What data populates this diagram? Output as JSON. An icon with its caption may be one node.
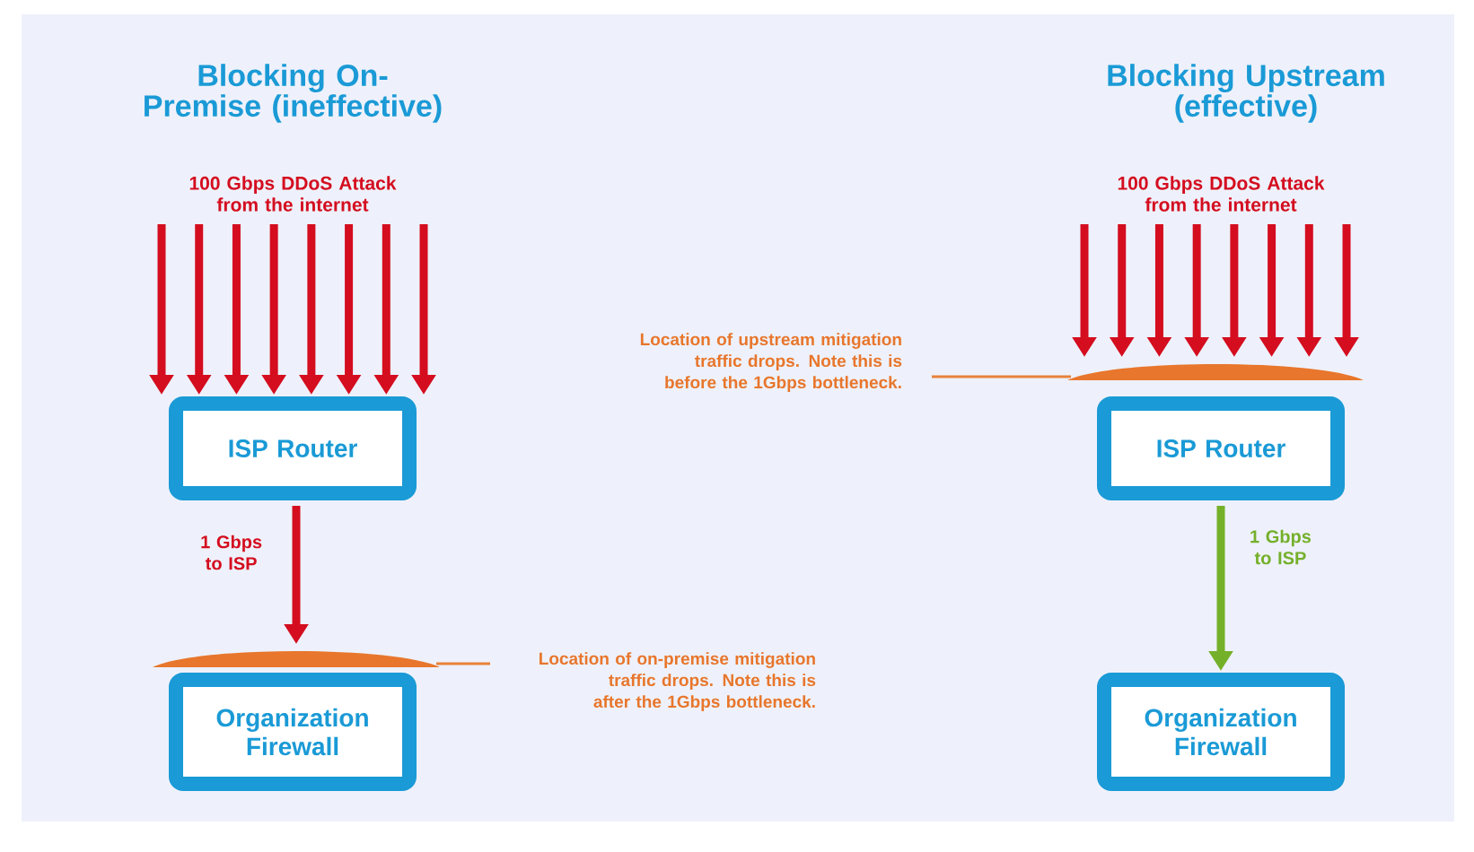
{
  "diagram": {
    "nodes": [
      {
        "text": [
          "100 Gbps DDoS Attack from the internet"
        ]
      },
      {
        "text": [
          "ISP Router"
        ]
      },
      {
        "text": [
          "Organization Firewall"
        ]
      },
      {
        "text": [],
        "shape": "mound"
      },
      {
        "text": [
          "Location of on-premise mitigation traffic drops. Note this is after the 1Gbps bottleneck."
        ]
      },
      {
        "text": [
          "100 Gbps DDoS Attack from the internet"
        ]
      },
      {
        "text": [
          "ISP Router"
        ]
      },
      {
        "text": [
          "Organization Firewall"
        ]
      },
      {
        "text": [],
        "shape": "mound"
      },
      {
        "text": [
          "Location of upstream mitigation traffic drops. Note this is before the 1Gbps bottleneck."
        ]
      }
    ],
    "edges": [
      {
        "from": 0,
        "to": 1,
        "arrow": "to"
      },
      {
        "from": 0,
        "to": 1,
        "arrow": "to"
      },
      {
        "from": 0,
        "to": 1,
        "arrow": "to"
      },
      {
        "from": 0,
        "to": 1,
        "arrow": "to"
      },
      {
        "from": 0,
        "to": 1,
        "arrow": "to"
      },
      {
        "from": 0,
        "to": 1,
        "arrow": "to"
      },
      {
        "from": 0,
        "to": 1,
        "arrow": "to"
      },
      {
        "from": 0,
        "to": 1,
        "arrow": "to"
      },
      {
        "from": 1,
        "to": 3,
        "arrow": "to",
        "label": "1 Gbps to ISP"
      },
      {
        "from": 4,
        "to": 3,
        "arrow": "none",
        "color": "#e8823a"
      },
      {
        "from": 5,
        "to": 8,
        "arrow": "to"
      },
      {
        "from": 5,
        "to": 8,
        "arrow": "to"
      },
      {
        "from": 5,
        "to": 8,
        "arrow": "to"
      },
      {
        "from": 5,
        "to": 8,
        "arrow": "to"
      },
      {
        "from": 5,
        "to": 8,
        "arrow": "to"
      },
      {
        "from": 5,
        "to": 8,
        "arrow": "to"
      },
      {
        "from": 5,
        "to": 8,
        "arrow": "to"
      },
      {
        "from": 5,
        "to": 8,
        "arrow": "to"
      },
      {
        "from": 9,
        "to": 8,
        "arrow": "none",
        "color": "#e8823a"
      },
      {
        "from": 6,
        "to": 7,
        "arrow": "to",
        "label": "1 Gbps to ISP",
        "color": "#74b02a"
      }
    ],
    "labels": [
      "Blocking On-Premise (ineffective)",
      "Blocking Upstream (effective)"
    ]
  }
}
